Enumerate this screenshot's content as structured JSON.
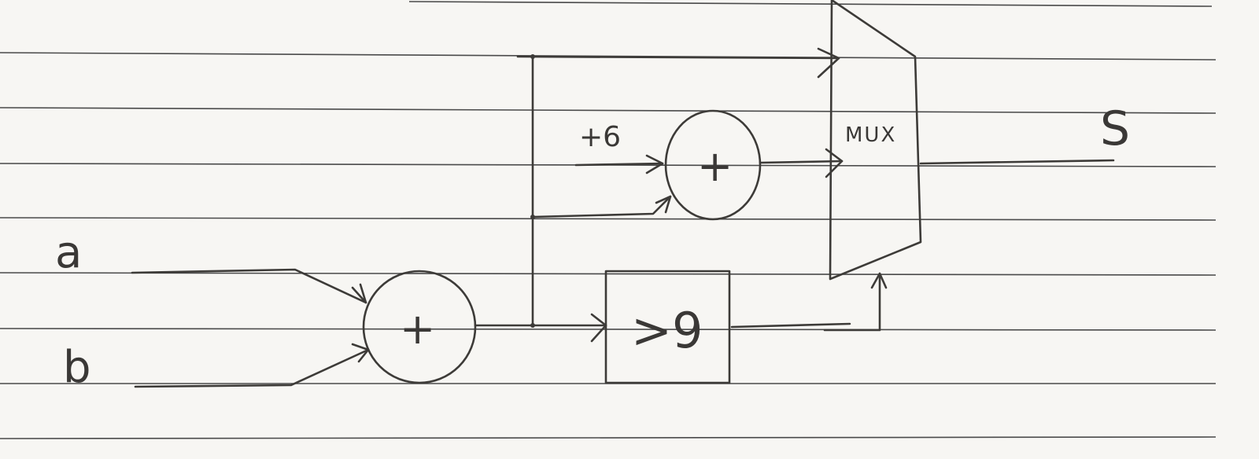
{
  "diagram": {
    "inputs": {
      "a": "a",
      "b": "b"
    },
    "constant": "+6",
    "adder_1_symbol": "+",
    "adder_2_symbol": "+",
    "comparator": ">9",
    "mux": "MUX",
    "output": "S"
  },
  "colors": {
    "ink": "#3d3b38",
    "paper": "#f7f6f3",
    "rule": "#4a4a4a"
  }
}
